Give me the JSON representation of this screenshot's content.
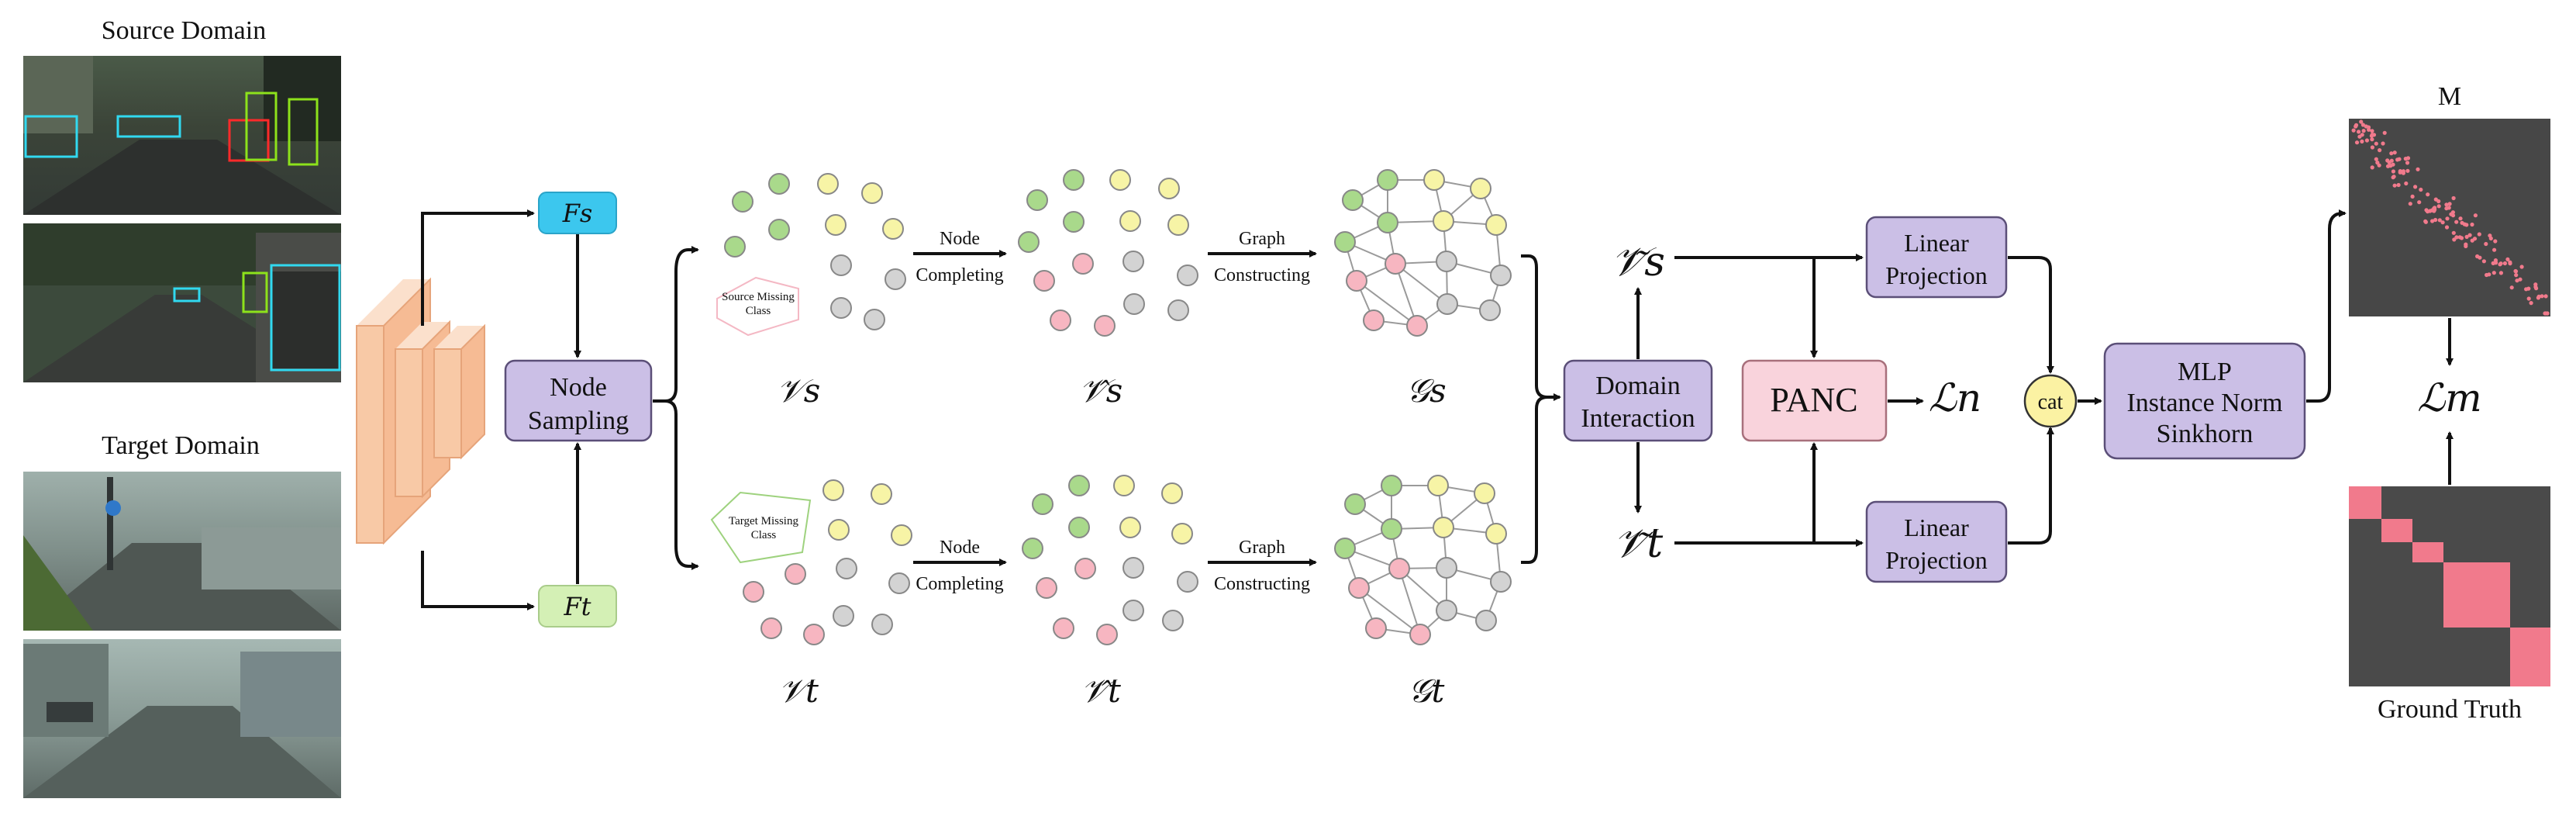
{
  "source_domain_title": "Source Domain",
  "target_domain_title": "Target Domain",
  "features": {
    "source": "Fs",
    "target": "Ft"
  },
  "node_sampling": {
    "line1": "Node",
    "line2": "Sampling"
  },
  "missing_class": {
    "source_line1": "Source Missing",
    "source_line2": "Class",
    "target_line1": "Target Missing",
    "target_line2": "Class"
  },
  "node_completing": {
    "line1": "Node",
    "line2": "Completing"
  },
  "graph_constructing": {
    "line1": "Graph",
    "line2": "Constructing"
  },
  "math_labels": {
    "v_s": "𝒱s",
    "v_t": "𝒱t",
    "vhat_s": "𝒱̂s",
    "vhat_t": "𝒱̂t",
    "g_s": "𝒢s",
    "g_t": "𝒢t",
    "vtilde_s": "𝒱̃s",
    "vtilde_t": "𝒱̃t",
    "loss_n": "ℒn",
    "loss_m": "ℒm"
  },
  "domain_interaction": {
    "line1": "Domain",
    "line2": "Interaction"
  },
  "panc": "PANC",
  "linear_projection": {
    "line1": "Linear",
    "line2": "Projection"
  },
  "cat": "cat",
  "mlp": {
    "line1": "MLP",
    "line2": "Instance Norm",
    "line3": "Sinkhorn"
  },
  "matrix_label": "M",
  "ground_truth": "Ground Truth",
  "colors": {
    "green_node": "#a9d98b",
    "yellow_node": "#f7f4a6",
    "pink_node": "#f7b6c1",
    "gray_node": "#d3d3d3",
    "feature_source": "#3cc7ee",
    "feature_target": "#d4f0b5",
    "purple_box": "#cbbfe6",
    "panc_box": "#f9d3dc",
    "cat_circle": "#fbf2a3",
    "cnn_block": "#f8c9a6",
    "matrix_bg": "#474747",
    "matrix_pink": "#f17a8c"
  }
}
